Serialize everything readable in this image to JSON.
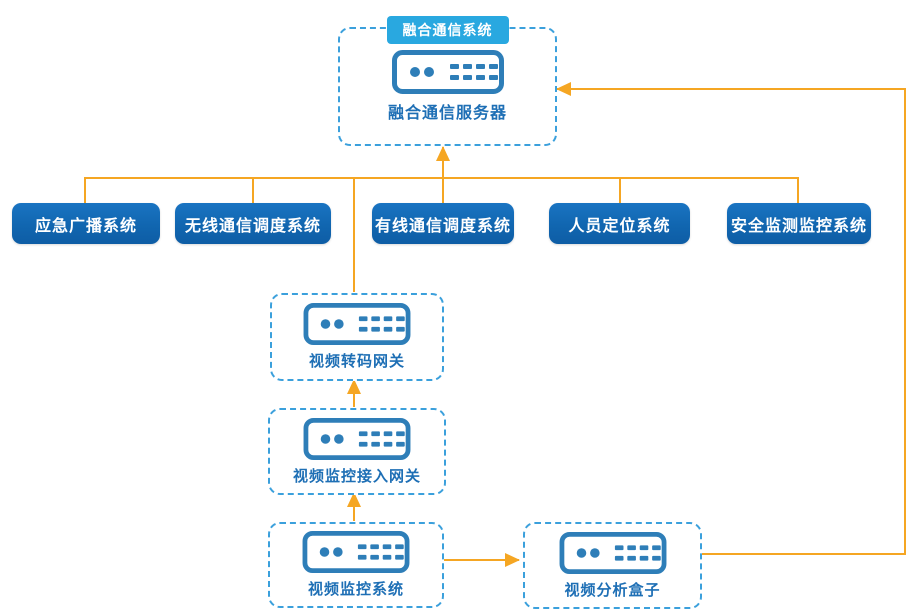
{
  "top_system": {
    "tag": "融合通信系统",
    "server_label": "融合通信服务器"
  },
  "systems": [
    {
      "label": "应急广播系统"
    },
    {
      "label": "无线通信调度系统"
    },
    {
      "label": "有线通信调度系统"
    },
    {
      "label": "人员定位系统"
    },
    {
      "label": "安全监测监控系统"
    }
  ],
  "nodes": [
    {
      "label": "视频转码网关"
    },
    {
      "label": "视频监控接入网关"
    },
    {
      "label": "视频监控系统"
    },
    {
      "label": "视频分析盒子"
    }
  ],
  "colors": {
    "connector_orange": "#F5A623",
    "button_blue": "#1166B0",
    "tab_blue": "#29A8E0",
    "dashed_border_blue": "#3BA0DC",
    "icon_blue": "#2E7EB8",
    "label_blue": "#1E6FB5",
    "background": "#FFFFFF"
  }
}
